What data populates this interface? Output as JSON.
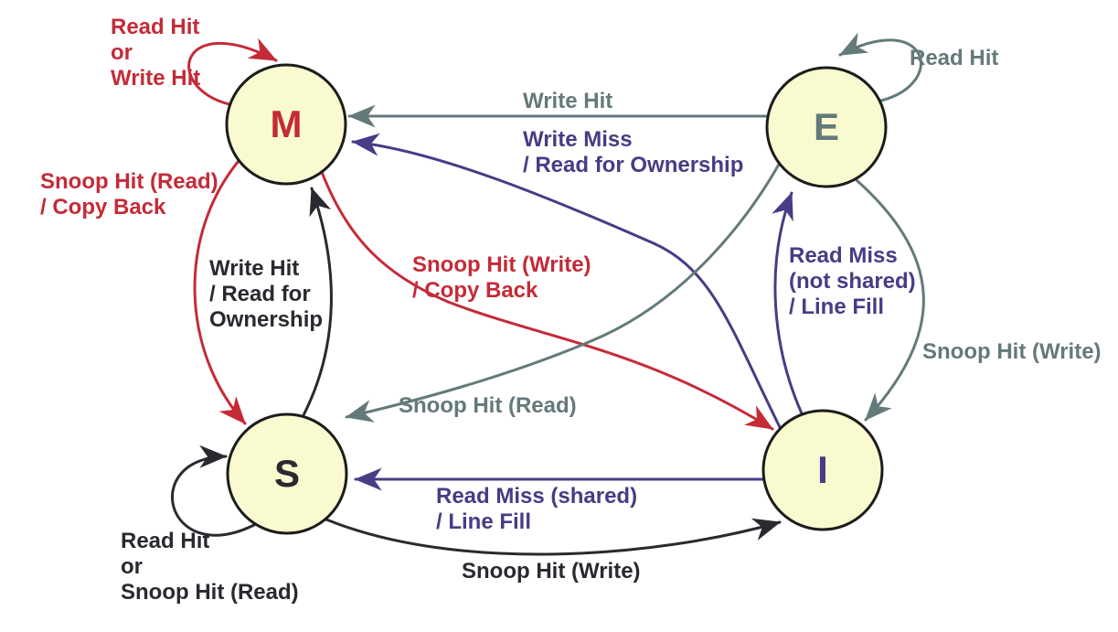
{
  "colors": {
    "red": "#C42B37",
    "gray": "#64797A",
    "purple": "#473C85",
    "dark": "#29292F",
    "node_fill": "#FAFAD0",
    "node_border": "#1C1C1C",
    "background": "#FFFFFF"
  },
  "states": {
    "m": {
      "label": "M"
    },
    "e": {
      "label": "E"
    },
    "s": {
      "label": "S"
    },
    "i": {
      "label": "I"
    }
  },
  "transitions": {
    "m_self": {
      "from": "M",
      "to": "M",
      "label": "Read Hit\nor\nWrite Hit"
    },
    "e_self": {
      "from": "E",
      "to": "E",
      "label": "Read Hit"
    },
    "e_to_m": {
      "from": "E",
      "to": "M",
      "label": "Write Hit"
    },
    "i_to_m": {
      "from": "I",
      "to": "M",
      "label": "Write Miss\n/ Read for Ownership"
    },
    "m_to_s": {
      "from": "M",
      "to": "S",
      "label": "Snoop Hit (Read)\n/ Copy Back"
    },
    "s_to_m": {
      "from": "S",
      "to": "M",
      "label": "Write Hit\n/ Read for\nOwnership"
    },
    "m_to_i": {
      "from": "M",
      "to": "I",
      "label": "Snoop Hit (Write)\n/ Copy Back"
    },
    "e_to_s": {
      "from": "E",
      "to": "S",
      "label": "Snoop Hit (Read)"
    },
    "i_to_e": {
      "from": "I",
      "to": "E",
      "label": "Read Miss\n(not shared)\n/ Line Fill"
    },
    "e_to_i": {
      "from": "E",
      "to": "I",
      "label": "Snoop Hit (Write)"
    },
    "i_to_s": {
      "from": "I",
      "to": "S",
      "label": "Read Miss (shared)\n/ Line Fill"
    },
    "s_to_i": {
      "from": "S",
      "to": "I",
      "label": "Snoop Hit (Write)"
    },
    "s_self": {
      "from": "S",
      "to": "S",
      "label": "Read Hit\nor\nSnoop Hit (Read)"
    }
  }
}
